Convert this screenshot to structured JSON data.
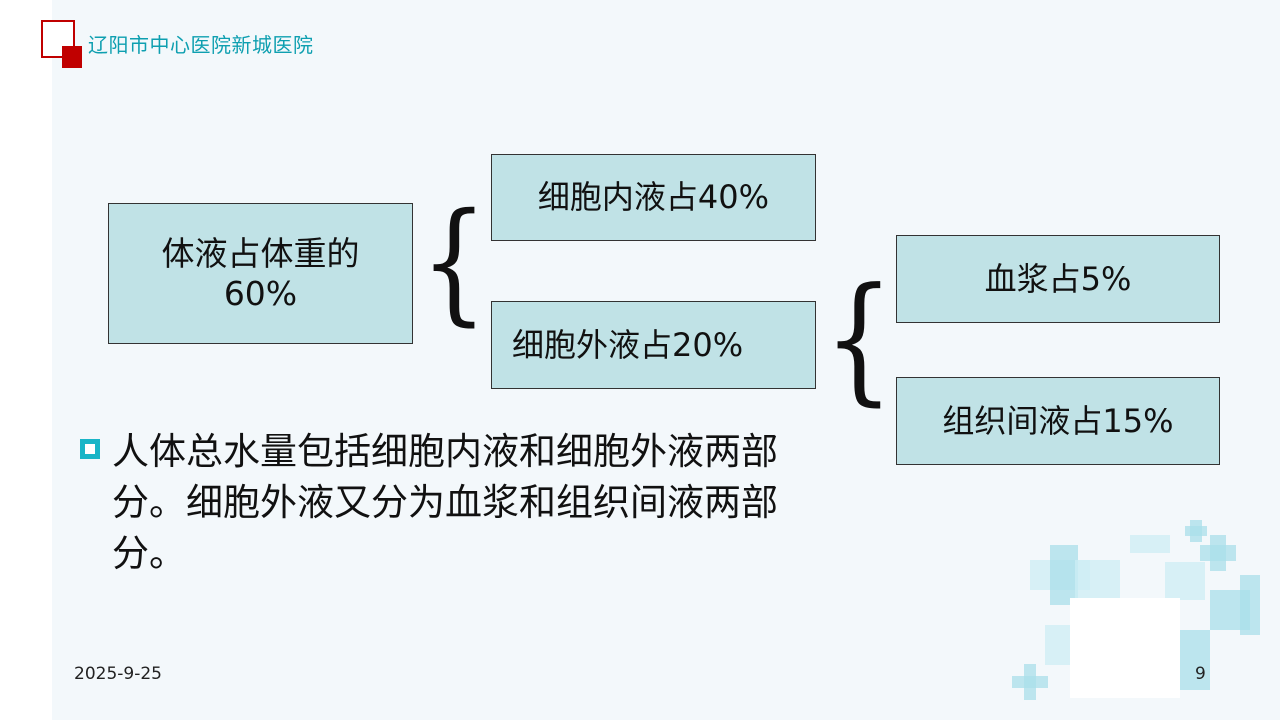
{
  "header": {
    "hospital_name": "辽阳市中心医院新城医院"
  },
  "diagram": {
    "root": {
      "label": "体液占体重的\n60%"
    },
    "intracellular": {
      "label": "细胞内液占40%"
    },
    "extracellular": {
      "label": "细胞外液占20%"
    },
    "plasma": {
      "label": "血浆占5%"
    },
    "interstitial": {
      "label": "组织间液占15%"
    },
    "brace_symbol": "{"
  },
  "body": {
    "bullet_text": "人体总水量包括细胞内液和细胞外液两部分。细胞外液又分为血浆和组织间液两部分。"
  },
  "footer": {
    "date": "2025-9-25",
    "page_number": "9"
  },
  "colors": {
    "accent": "#19b5c7",
    "box_fill": "#c0e2e6",
    "logo_red": "#c00000",
    "title_teal": "#0e9fb0"
  }
}
